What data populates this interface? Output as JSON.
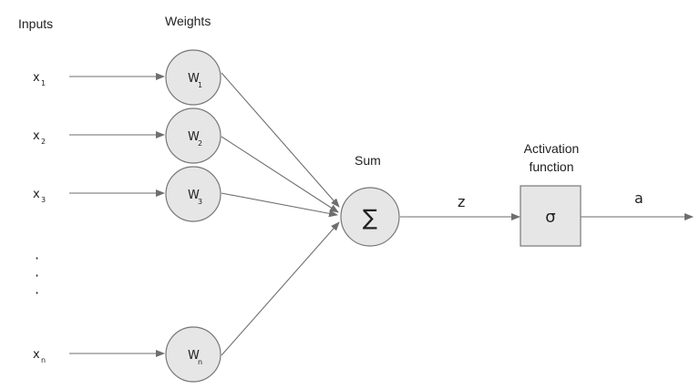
{
  "headers": {
    "inputs": "Inputs",
    "weights": "Weights",
    "sum": "Sum",
    "activation_line1": "Activation",
    "activation_line2": "function"
  },
  "inputs": [
    {
      "base": "x",
      "sub": "1"
    },
    {
      "base": "x",
      "sub": "2"
    },
    {
      "base": "x",
      "sub": "3"
    },
    {
      "base": "x",
      "sub": "n"
    }
  ],
  "weights": [
    {
      "base": "W",
      "sub": "1"
    },
    {
      "base": "W",
      "sub": "2"
    },
    {
      "base": "W",
      "sub": "3"
    },
    {
      "base": "W",
      "sub": "n"
    }
  ],
  "ellipsis": "·",
  "sum_symbol": "∑",
  "z_label": "z",
  "activation_symbol": "σ",
  "output_label": "a",
  "colors": {
    "node_fill": "#e6e6e6",
    "node_stroke": "#777777",
    "edge": "#6e6e6e",
    "text": "#222222"
  }
}
